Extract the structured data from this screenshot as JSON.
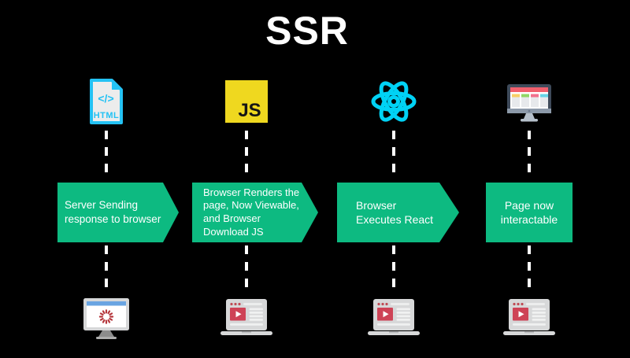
{
  "title": "SSR",
  "theme": {
    "bg": "#000000",
    "text": "#ffffff",
    "green": "#0dba81",
    "cyan": "#24c2f4",
    "js_yellow": "#efd81f",
    "js_text": "#151515",
    "react_cyan": "#00d2f5",
    "monitor_dark": "#3e4a5a",
    "monitor_red_bar": "#f15f6d",
    "video_red": "#ce4356",
    "spinner_red": "#b5373c",
    "spinner_blue_bar": "#69a4e2"
  },
  "columns": [
    {
      "top_icon": "html-file-icon",
      "icon_text": {
        "code": "</>",
        "label": "HTML"
      },
      "step": {
        "lines": [
          "Server Sending",
          "response to browser"
        ]
      },
      "bottom_icon": "monitor-loading-icon"
    },
    {
      "top_icon": "javascript-icon",
      "icon_text": {
        "label": "JS"
      },
      "step": {
        "lines": [
          "Browser Renders the",
          "page, Now Viewable,",
          "and Browser",
          "Download JS"
        ]
      },
      "bottom_icon": "laptop-video-icon"
    },
    {
      "top_icon": "react-icon",
      "step": {
        "lines": [
          "Browser",
          "Executes React"
        ]
      },
      "bottom_icon": "laptop-video-icon"
    },
    {
      "top_icon": "dashboard-monitor-icon",
      "step": {
        "lines": [
          "Page now",
          "interactable"
        ]
      },
      "bottom_icon": "laptop-video-icon"
    }
  ]
}
